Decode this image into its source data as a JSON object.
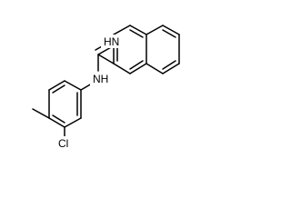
{
  "molecule": {
    "labels": {
      "imine": "HN",
      "amine": "NH",
      "chlorine": "Cl"
    }
  }
}
